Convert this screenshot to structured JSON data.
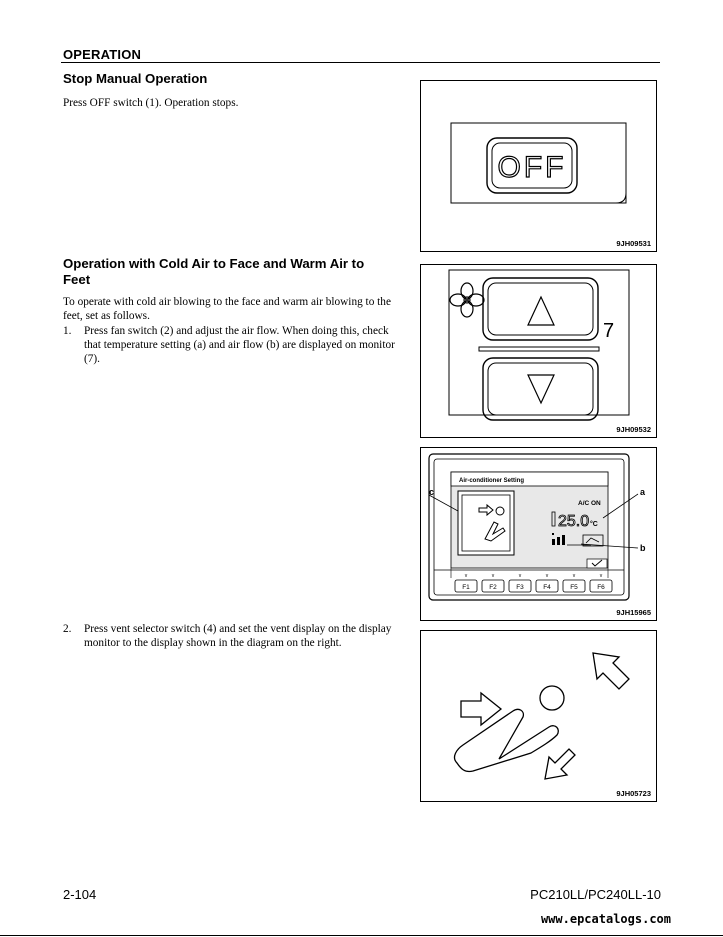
{
  "header": {
    "section": "OPERATION"
  },
  "stop_section": {
    "title": "Stop Manual Operation",
    "text": "Press OFF switch (1). Operation stops."
  },
  "cold_section": {
    "title_line1": "Operation with Cold Air to Face and Warm Air to",
    "title_line2": "Feet",
    "intro_line1": "To operate with cold air blowing to the face and warm air blowing to the",
    "intro_line2": "feet, set as follows.",
    "step1_num": "1.",
    "step1_line1": "Press fan switch (2) and adjust the air flow. When doing this, check",
    "step1_line2": "that temperature setting (a) and air flow (b) are displayed on monitor",
    "step1_line3": "(7).",
    "step2_num": "2.",
    "step2_line1": "Press vent selector switch (4) and set the vent display on the display",
    "step2_line2": "monitor to the display shown in the diagram on the right."
  },
  "figures": {
    "fig1": {
      "id": "9JH09531",
      "off_label": "OFF"
    },
    "fig2": {
      "id": "9JH09532",
      "callout": "7"
    },
    "fig3": {
      "id": "9JH15965",
      "screen_title": "Air-conditioner Setting",
      "mode": "A/C ON",
      "temp": "25.0",
      "unit": "°C",
      "label_a": "a",
      "label_b": "b",
      "label_c": "c",
      "fkeys": [
        "F1",
        "F2",
        "F3",
        "F4",
        "F5",
        "F6"
      ]
    },
    "fig4": {
      "id": "9JH05723"
    }
  },
  "footer": {
    "page": "2-104",
    "model": "PC210LL/PC240LL-10",
    "watermark": "www.epcatalogs.com"
  }
}
